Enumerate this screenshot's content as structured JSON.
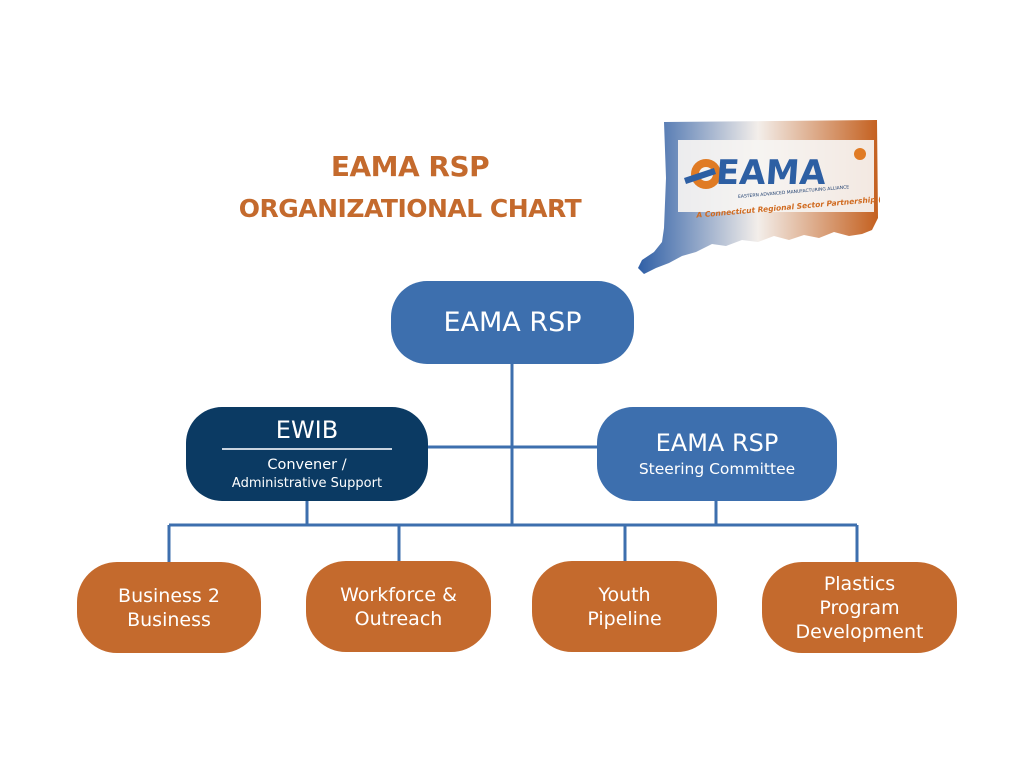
{
  "title": {
    "line1": "EAMA RSP",
    "line2": "ORGANIZATIONAL CHART"
  },
  "logo": {
    "wordmark": "EAMA",
    "tagline_small": "EASTERN ADVANCED MANUFACTURING ALLIANCE",
    "tagline": "A Connecticut Regional Sector Partnership (RSP)",
    "icon": "gear-icon",
    "background_shape": "connecticut-state-map",
    "gradient_colors": [
      "#3d6fae",
      "#ffffff",
      "#c4601f"
    ]
  },
  "colors": {
    "title": "#c46a2d",
    "root_node": "#3d6fae",
    "ewib_node": "#0b3a63",
    "steering_node": "#3d6fae",
    "committee_node": "#c46a2d",
    "connector": "#3d6fae",
    "text_on_node": "#ffffff"
  },
  "nodes": {
    "root": {
      "label": "EAMA RSP"
    },
    "ewib": {
      "label": "EWIB",
      "role_line1": "Convener /",
      "role_line2": "Administrative Support"
    },
    "steering": {
      "label": "EAMA RSP",
      "role": "Steering Committee"
    },
    "committees": [
      {
        "label": "Business 2\nBusiness"
      },
      {
        "label": "Workforce &\nOutreach"
      },
      {
        "label": "Youth\nPipeline"
      },
      {
        "label": "Plastics\nProgram\nDevelopment"
      }
    ]
  },
  "edges": [
    {
      "from": "root",
      "to": "ewib"
    },
    {
      "from": "root",
      "to": "steering"
    },
    {
      "from": "root",
      "to": "committees"
    },
    {
      "from": "ewib",
      "to": "committees"
    },
    {
      "from": "steering",
      "to": "committees"
    }
  ]
}
